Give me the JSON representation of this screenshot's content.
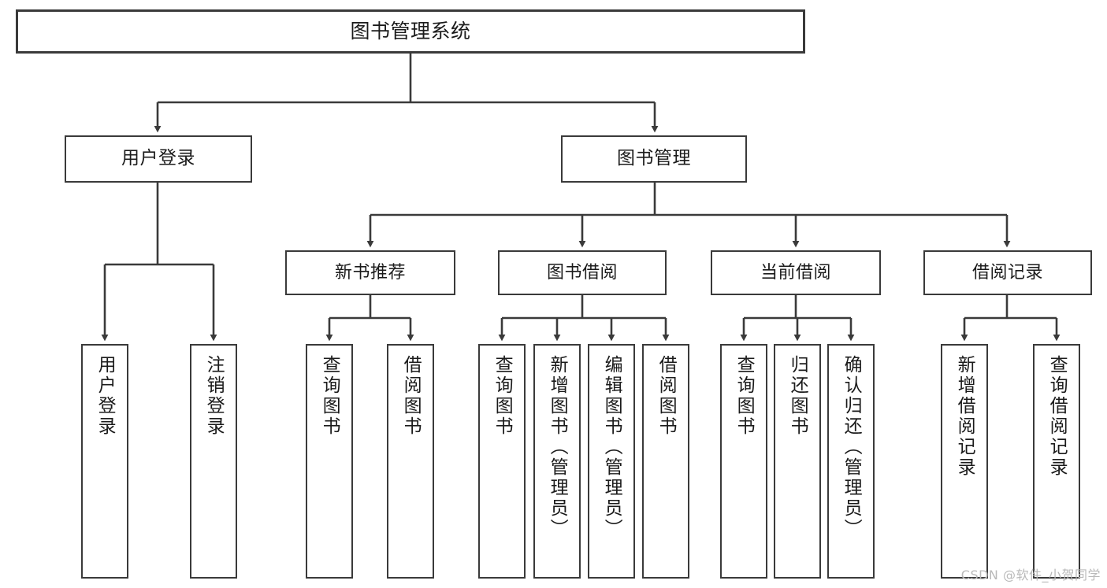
{
  "diagram": {
    "title": "图书管理系统",
    "type": "tree",
    "background": "#ffffff",
    "line_color": "#3a3a3a",
    "box_fill": "#ffffff",
    "text_color": "#1b1b1b",
    "nodes": {
      "root": {
        "label": "图书管理系统"
      },
      "level1": [
        {
          "id": "user-login",
          "label": "用户登录"
        },
        {
          "id": "book-manage",
          "label": "图书管理"
        }
      ],
      "level2": [
        {
          "id": "new-book-rec",
          "label": "新书推荐"
        },
        {
          "id": "book-borrow",
          "label": "图书借阅"
        },
        {
          "id": "current-borrow",
          "label": "当前借阅"
        },
        {
          "id": "borrow-record",
          "label": "借阅记录"
        }
      ],
      "leaves": {
        "user-login": [
          {
            "id": "leaf-user-login",
            "label": "用户登录"
          },
          {
            "id": "leaf-user-logout",
            "label": "注销登录"
          }
        ],
        "new-book-rec": [
          {
            "id": "leaf-query-book-1",
            "label": "查询图书"
          },
          {
            "id": "leaf-borrow-book-1",
            "label": "借阅图书"
          }
        ],
        "book-borrow": [
          {
            "id": "leaf-query-book-2",
            "label": "查询图书"
          },
          {
            "id": "leaf-add-book",
            "label": "新增图书（管理员）"
          },
          {
            "id": "leaf-edit-book",
            "label": "编辑图书（管理员）"
          },
          {
            "id": "leaf-borrow-book-2",
            "label": "借阅图书"
          }
        ],
        "current-borrow": [
          {
            "id": "leaf-query-book-3",
            "label": "查询图书"
          },
          {
            "id": "leaf-return-book",
            "label": "归还图书"
          },
          {
            "id": "leaf-confirm-return",
            "label": "确认归还（管理员）"
          }
        ],
        "borrow-record": [
          {
            "id": "leaf-add-record",
            "label": "新增借阅记录"
          },
          {
            "id": "leaf-query-record",
            "label": "查询借阅记录"
          }
        ]
      }
    }
  },
  "watermark": {
    "text": "CSDN @软件_小贺同学"
  }
}
